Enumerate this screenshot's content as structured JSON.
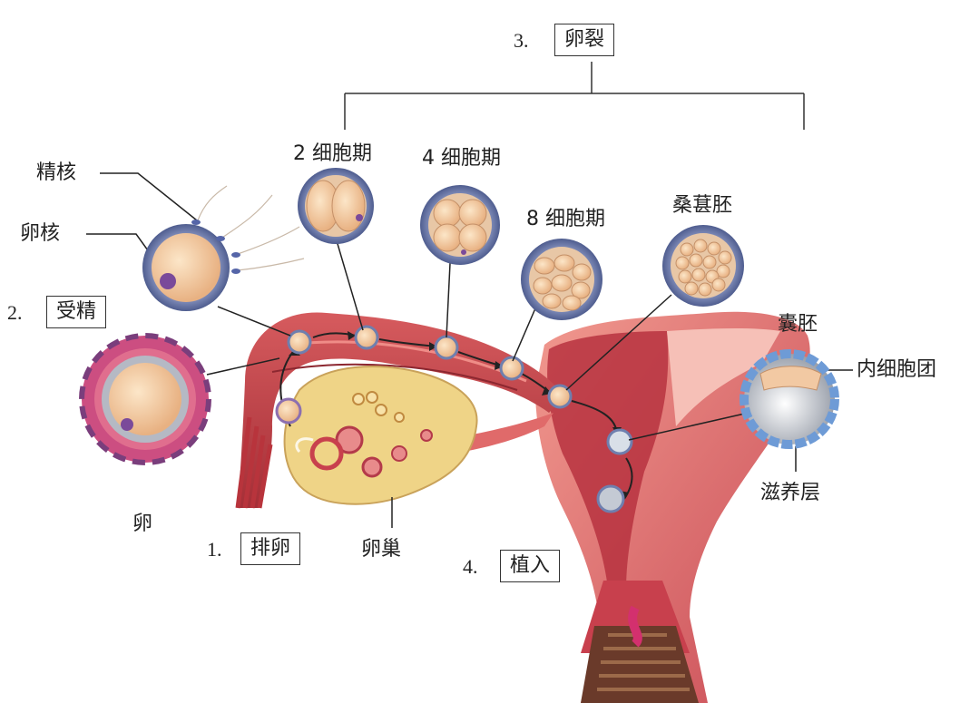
{
  "stages": {
    "cleavage": {
      "num": "3.",
      "label": "卵裂"
    },
    "fertilization": {
      "num": "2.",
      "label": "受精"
    },
    "ovulation": {
      "num": "1.",
      "label": "排卵"
    },
    "implantation": {
      "num": "4.",
      "label": "植入"
    }
  },
  "labels": {
    "sperm_nucleus": "精核",
    "egg_nucleus": "卵核",
    "two_cell": "2 细胞期",
    "four_cell": "4 细胞期",
    "eight_cell": "8 细胞期",
    "morula": "桑葚胚",
    "blastocyst": "囊胚",
    "inner_cell_mass": "内细胞团",
    "trophoblast": "滋养层",
    "egg": "卵",
    "ovary": "卵巢"
  },
  "colors": {
    "uterus": "#e06a6a",
    "uterus_dark": "#b8343c",
    "uterus_light": "#f3a9a0",
    "ovary": "#f0d890",
    "cell": "#f4caa0",
    "halo": "#6f7fae",
    "corona": "#c9457a"
  }
}
